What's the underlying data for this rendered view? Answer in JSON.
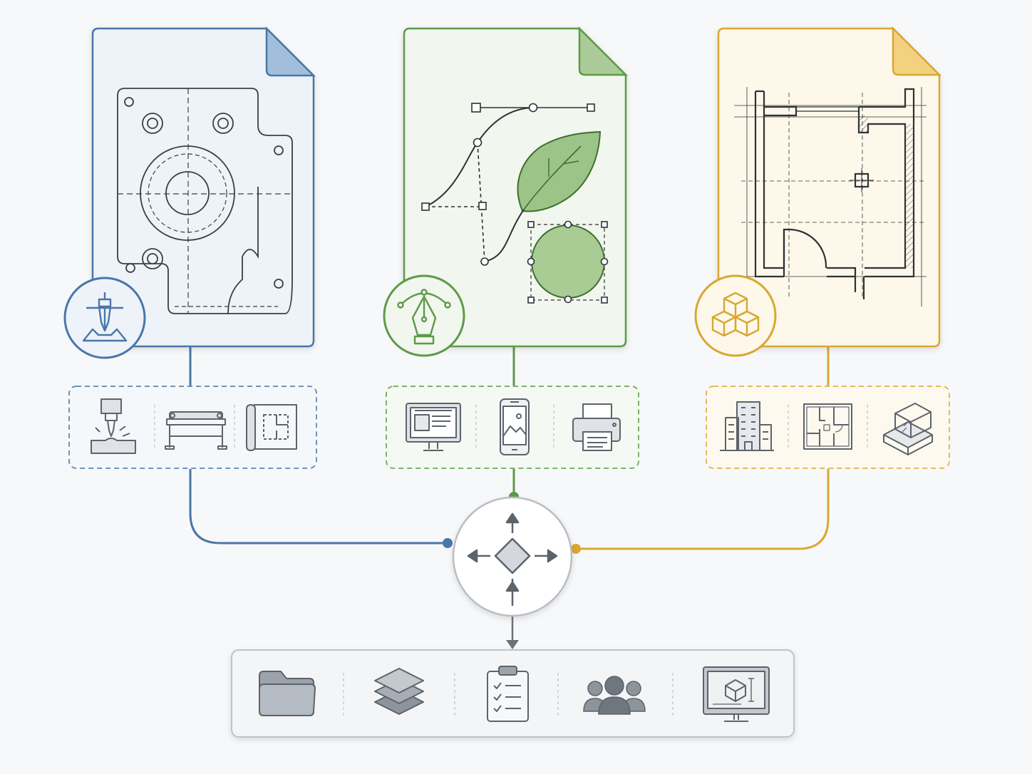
{
  "colors": {
    "mechanical": "#4a76a8",
    "graphic": "#5e9a48",
    "architectural": "#d9a732",
    "hub": "#9aa0a6",
    "icon_gray": "#5d636b",
    "background": "#f7f8f9"
  },
  "columns": [
    {
      "key": "mechanical",
      "document_icon": "mechanical-part-drawing-icon",
      "badge_icon": "cnc-spindle-icon",
      "outputs": [
        "cnc-milling-icon",
        "workbench-machine-icon",
        "blueprint-scroll-icon"
      ]
    },
    {
      "key": "graphic",
      "document_icon": "vector-bezier-leaf-icon",
      "badge_icon": "pen-tool-icon",
      "outputs": [
        "monitor-layout-icon",
        "mobile-image-icon",
        "printer-icon"
      ]
    },
    {
      "key": "architectural",
      "document_icon": "floor-plan-drawing-icon",
      "badge_icon": "cubes-icon",
      "outputs": [
        "buildings-icon",
        "floor-plan-icon",
        "3d-model-icon"
      ]
    }
  ],
  "hub": {
    "icon": "move-arrows-diamond-icon"
  },
  "toolbar": {
    "items": [
      "folder-icon",
      "layers-icon",
      "clipboard-checklist-icon",
      "team-icon",
      "cad-monitor-icon"
    ]
  }
}
